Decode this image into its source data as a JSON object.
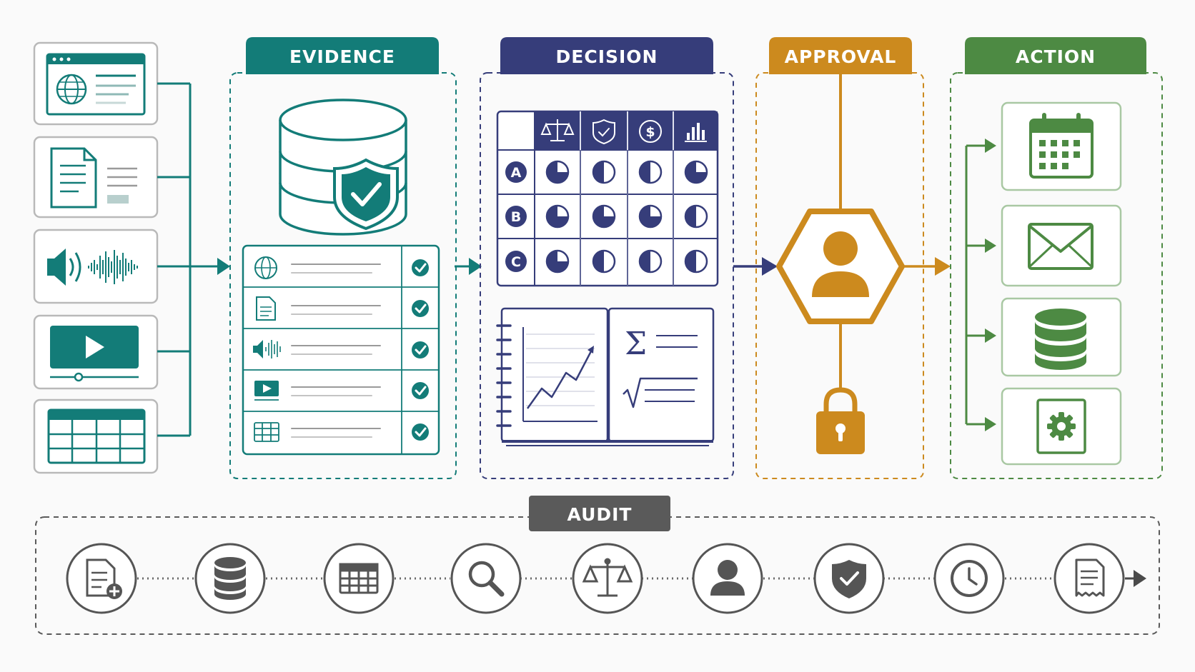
{
  "stages": {
    "evidence": {
      "label": "EVIDENCE"
    },
    "decision": {
      "label": "DECISION"
    },
    "approval": {
      "label": "APPROVAL"
    },
    "action": {
      "label": "ACTION"
    },
    "audit": {
      "label": "AUDIT"
    }
  },
  "colors": {
    "evidence": "#137c78",
    "decision": "#363d7a",
    "approval": "#cc8a1e",
    "action": "#4d8a43",
    "audit": "#5a5a5a"
  },
  "decision_matrix": {
    "criteria_icons": [
      "scales-icon",
      "shield-check-icon",
      "dollar-icon",
      "bar-chart-icon"
    ],
    "rows": [
      "A",
      "B",
      "C"
    ]
  },
  "icons": {
    "sources": [
      "web-page-icon",
      "document-icon",
      "audio-icon",
      "video-icon",
      "table-icon"
    ],
    "actions": [
      "calendar-icon",
      "email-icon",
      "database-icon",
      "settings-icon"
    ],
    "audit_trail": [
      "document-add-icon",
      "database-icon",
      "table-icon",
      "search-icon",
      "scales-icon",
      "user-icon",
      "shield-check-icon",
      "clock-icon",
      "receipt-icon"
    ]
  }
}
